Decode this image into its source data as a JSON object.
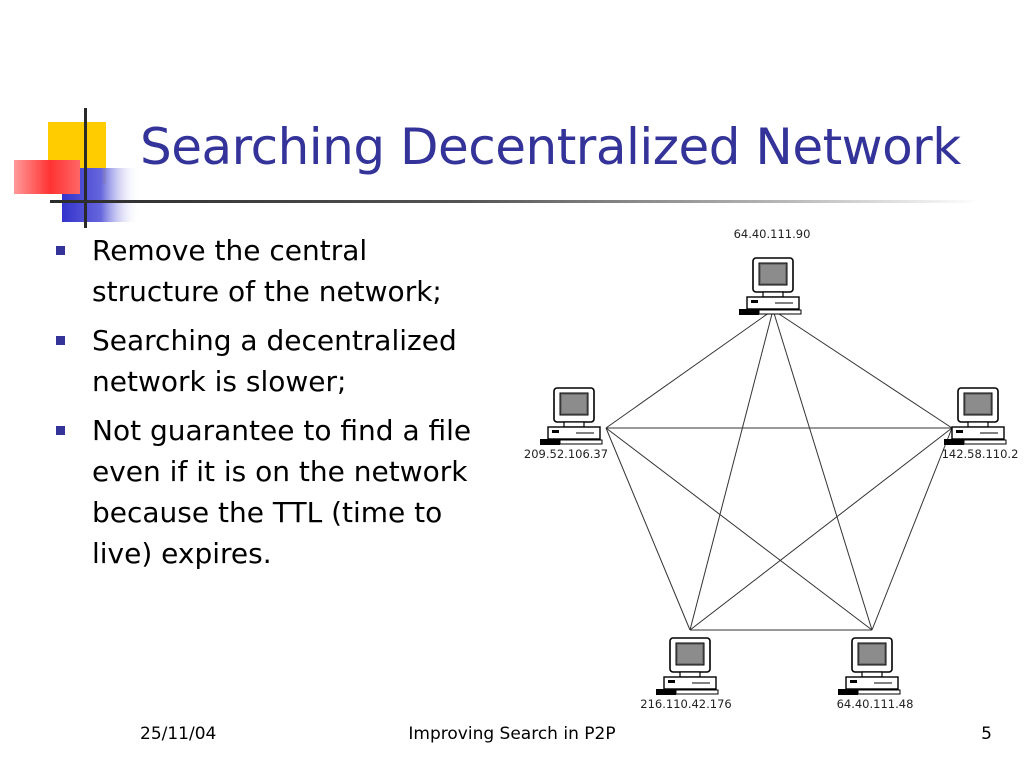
{
  "slide": {
    "title": "Searching Decentralized Network",
    "bullets": [
      "Remove the central structure of the network;",
      "Searching a decentralized network is slower;",
      "Not guarantee to find a file even if it is on the network because the TTL (time to live) expires."
    ],
    "accent_color": "#333399",
    "deco_colors": {
      "yellow": "#ffcc00",
      "red": "#ff3333",
      "blue": "#3333cc"
    }
  },
  "diagram": {
    "nodes": [
      {
        "id": "top",
        "label": "64.40.111.90",
        "icon": "computer-icon"
      },
      {
        "id": "left",
        "label": "209.52.106.37",
        "icon": "computer-icon"
      },
      {
        "id": "right",
        "label": "142.58.110.2",
        "icon": "computer-icon"
      },
      {
        "id": "bottom-left",
        "label": "216.110.42.176",
        "icon": "computer-icon"
      },
      {
        "id": "bottom-right",
        "label": "64.40.111.48",
        "icon": "computer-icon"
      }
    ],
    "links": "all-pairs"
  },
  "footer": {
    "date": "25/11/04",
    "center": "Improving Search in P2P",
    "page": "5"
  }
}
